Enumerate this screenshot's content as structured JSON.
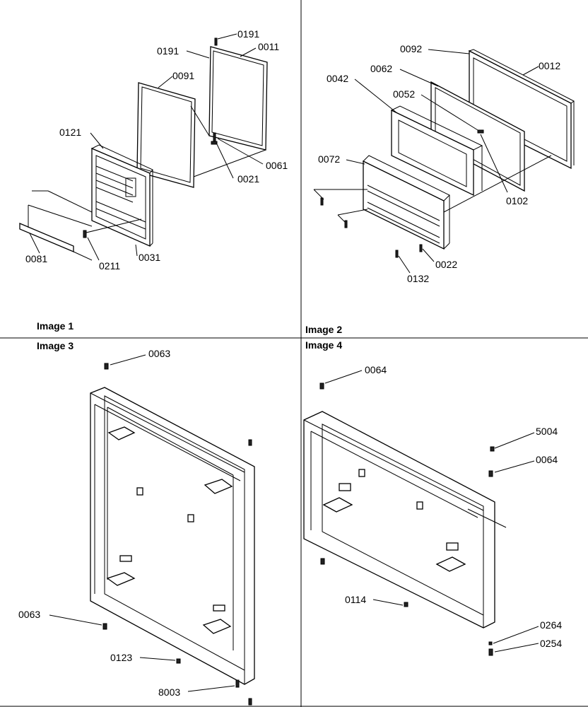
{
  "panels": [
    {
      "caption": "Image 1",
      "labels": [
        "0191",
        "0191",
        "0011",
        "0091",
        "0121",
        "0061",
        "0021",
        "0081",
        "0211",
        "0031"
      ]
    },
    {
      "caption": "Image 2",
      "labels": [
        "0092",
        "0012",
        "0062",
        "0042",
        "0052",
        "0072",
        "0102",
        "0022",
        "0132"
      ]
    },
    {
      "caption": "Image 3",
      "labels": [
        "0063",
        "0063",
        "0123",
        "8003"
      ]
    },
    {
      "caption": "Image 4",
      "labels": [
        "0064",
        "5004",
        "0064",
        "0114",
        "0264",
        "0254"
      ]
    }
  ]
}
